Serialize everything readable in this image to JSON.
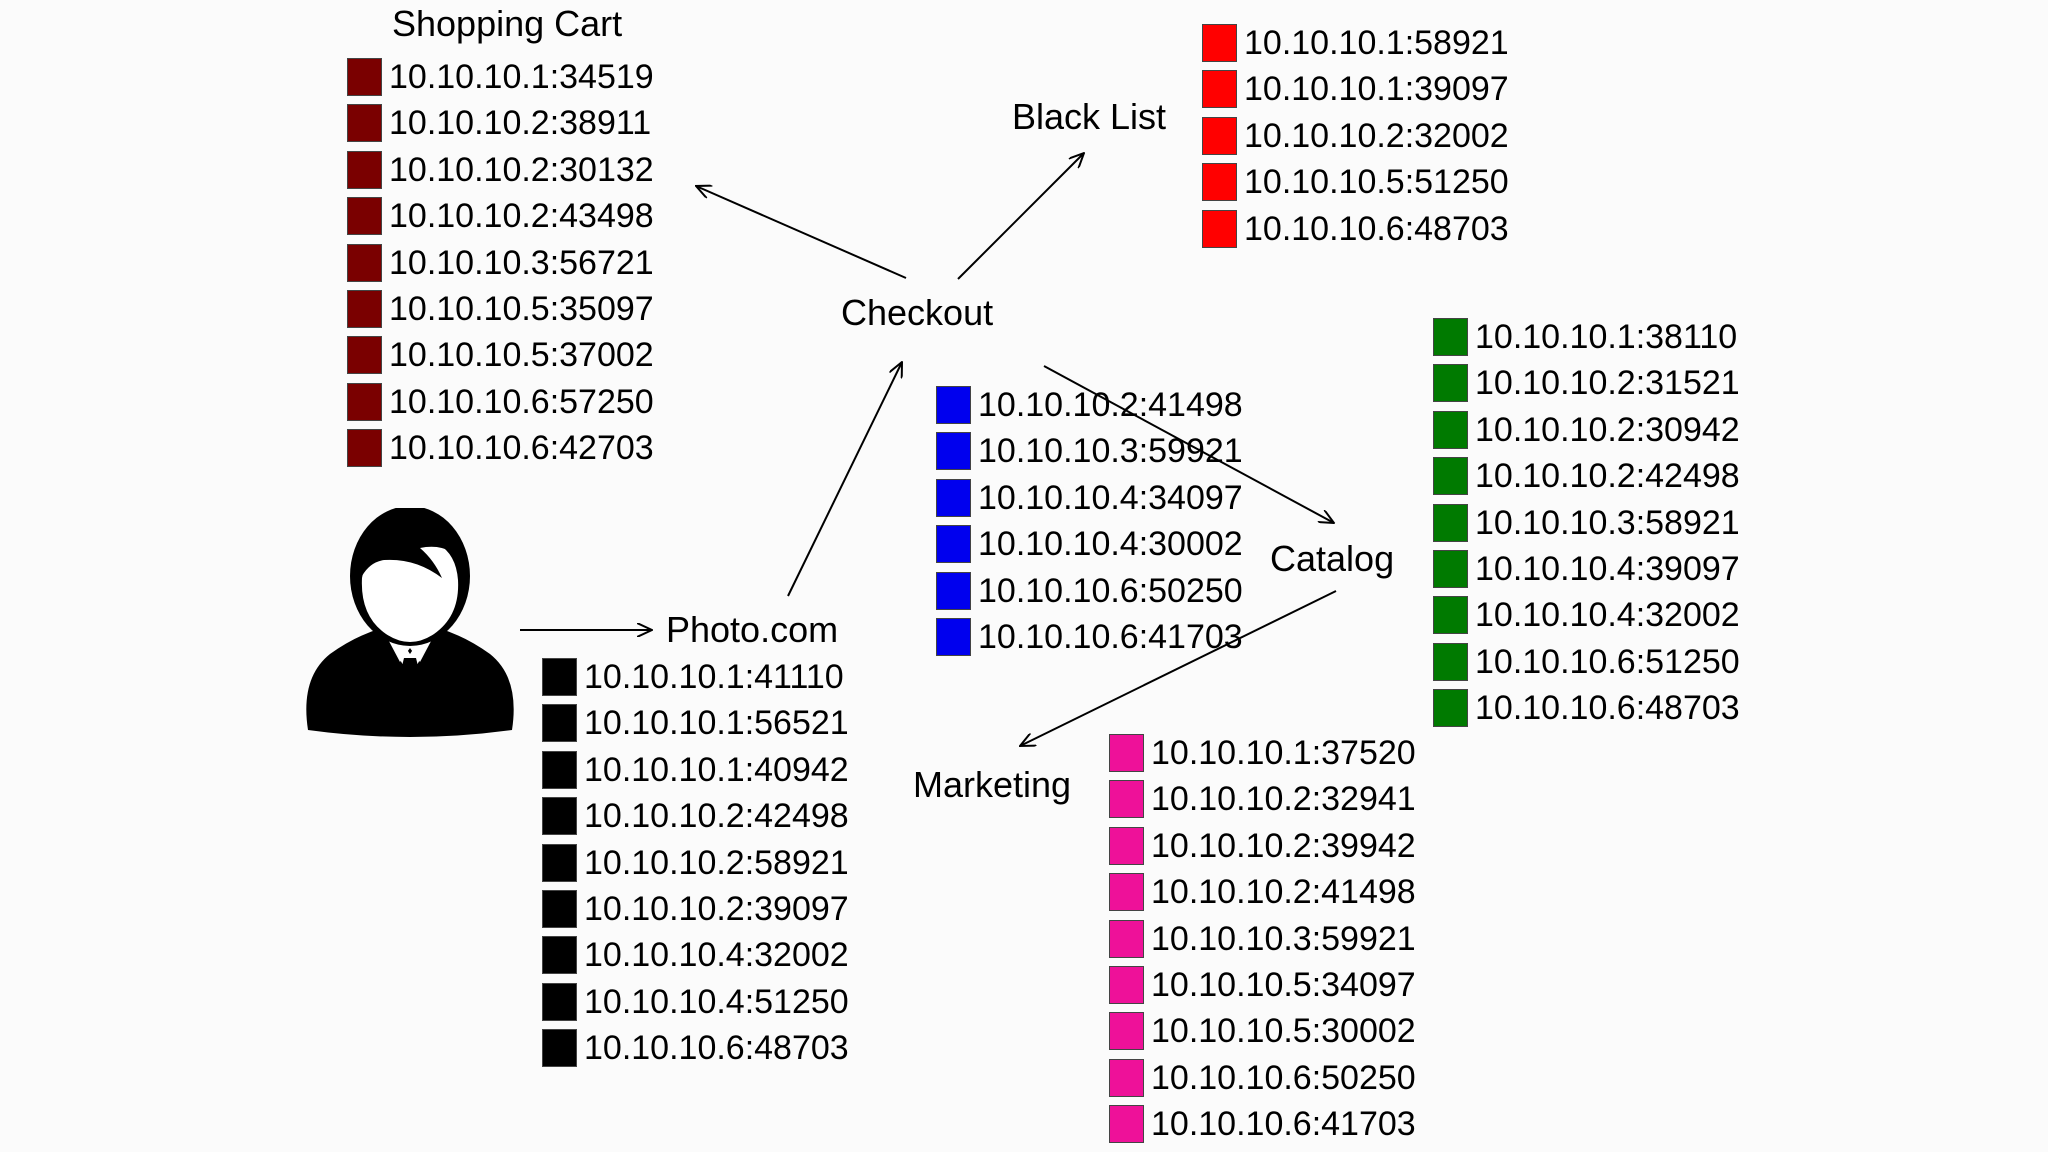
{
  "nodes": {
    "shopping_cart": "Shopping Cart",
    "black_list": "Black List",
    "checkout": "Checkout",
    "catalog": "Catalog",
    "photo": "Photo.com",
    "marketing": "Marketing"
  },
  "lists": {
    "shopping_cart": {
      "color": "#7a0000",
      "items": [
        "10.10.10.1:34519",
        "10.10.10.2:38911",
        "10.10.10.2:30132",
        "10.10.10.2:43498",
        "10.10.10.3:56721",
        "10.10.10.5:35097",
        "10.10.10.5:37002",
        "10.10.10.6:57250",
        "10.10.10.6:42703"
      ]
    },
    "black_list": {
      "color": "#ff0000",
      "items": [
        "10.10.10.1:58921",
        "10.10.10.1:39097",
        "10.10.10.2:32002",
        "10.10.10.5:51250",
        "10.10.10.6:48703"
      ]
    },
    "checkout": {
      "color": "#0000ee",
      "items": [
        "10.10.10.2:41498",
        "10.10.10.3:59921",
        "10.10.10.4:34097",
        "10.10.10.4:30002",
        "10.10.10.6:50250",
        "10.10.10.6:41703"
      ]
    },
    "catalog": {
      "color": "#007a00",
      "items": [
        "10.10.10.1:38110",
        "10.10.10.2:31521",
        "10.10.10.2:30942",
        "10.10.10.2:42498",
        "10.10.10.3:58921",
        "10.10.10.4:39097",
        "10.10.10.4:32002",
        "10.10.10.6:51250",
        "10.10.10.6:48703"
      ]
    },
    "photo": {
      "color": "#000000",
      "items": [
        "10.10.10.1:41110",
        "10.10.10.1:56521",
        "10.10.10.1:40942",
        "10.10.10.2:42498",
        "10.10.10.2:58921",
        "10.10.10.2:39097",
        "10.10.10.4:32002",
        "10.10.10.4:51250",
        "10.10.10.6:48703"
      ]
    },
    "marketing": {
      "color": "#ee1199",
      "items": [
        "10.10.10.1:37520",
        "10.10.10.2:32941",
        "10.10.10.2:39942",
        "10.10.10.2:41498",
        "10.10.10.3:59921",
        "10.10.10.5:34097",
        "10.10.10.5:30002",
        "10.10.10.6:50250",
        "10.10.10.6:41703"
      ]
    }
  },
  "edges": [
    {
      "from": "user",
      "to": "photo"
    },
    {
      "from": "photo",
      "to": "checkout"
    },
    {
      "from": "checkout",
      "to": "shopping_cart"
    },
    {
      "from": "checkout",
      "to": "black_list"
    },
    {
      "from": "checkout",
      "to": "catalog"
    },
    {
      "from": "catalog",
      "to": "marketing"
    }
  ],
  "icons": {
    "user": "user-icon"
  }
}
